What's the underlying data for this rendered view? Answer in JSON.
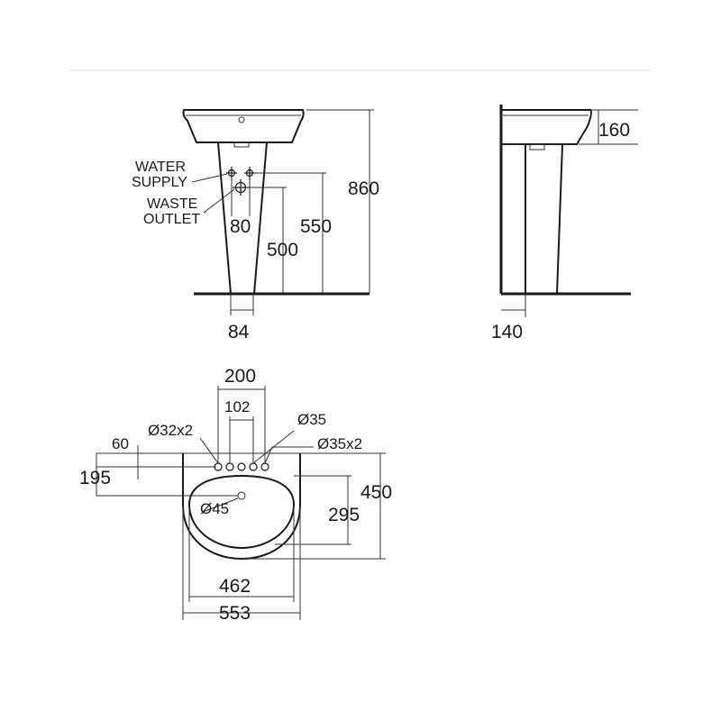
{
  "front_view": {
    "labels": {
      "water_supply_1": "WATER",
      "water_supply_2": "SUPPLY",
      "waste_outlet_1": "WASTE",
      "waste_outlet_2": "OUTLET"
    },
    "dims": {
      "total_height": "860",
      "supply_height": "550",
      "waste_height": "500",
      "supply_spacing": "80",
      "pedestal_base": "84"
    }
  },
  "side_view": {
    "dims": {
      "basin_depth": "160",
      "pedestal_wall_offset": "140"
    }
  },
  "top_view": {
    "dims": {
      "tap_spacing_outer": "200",
      "tap_spacing_inner": "102",
      "hole_side": "Ø32x2",
      "hole_center": "Ø35",
      "hole_pair": "Ø35x2",
      "hole_wall_offset": "60",
      "drain_wall_offset": "195",
      "total_depth": "450",
      "bowl_depth": "295",
      "drain": "Ø45",
      "bowl_width": "462",
      "total_width": "553"
    }
  }
}
